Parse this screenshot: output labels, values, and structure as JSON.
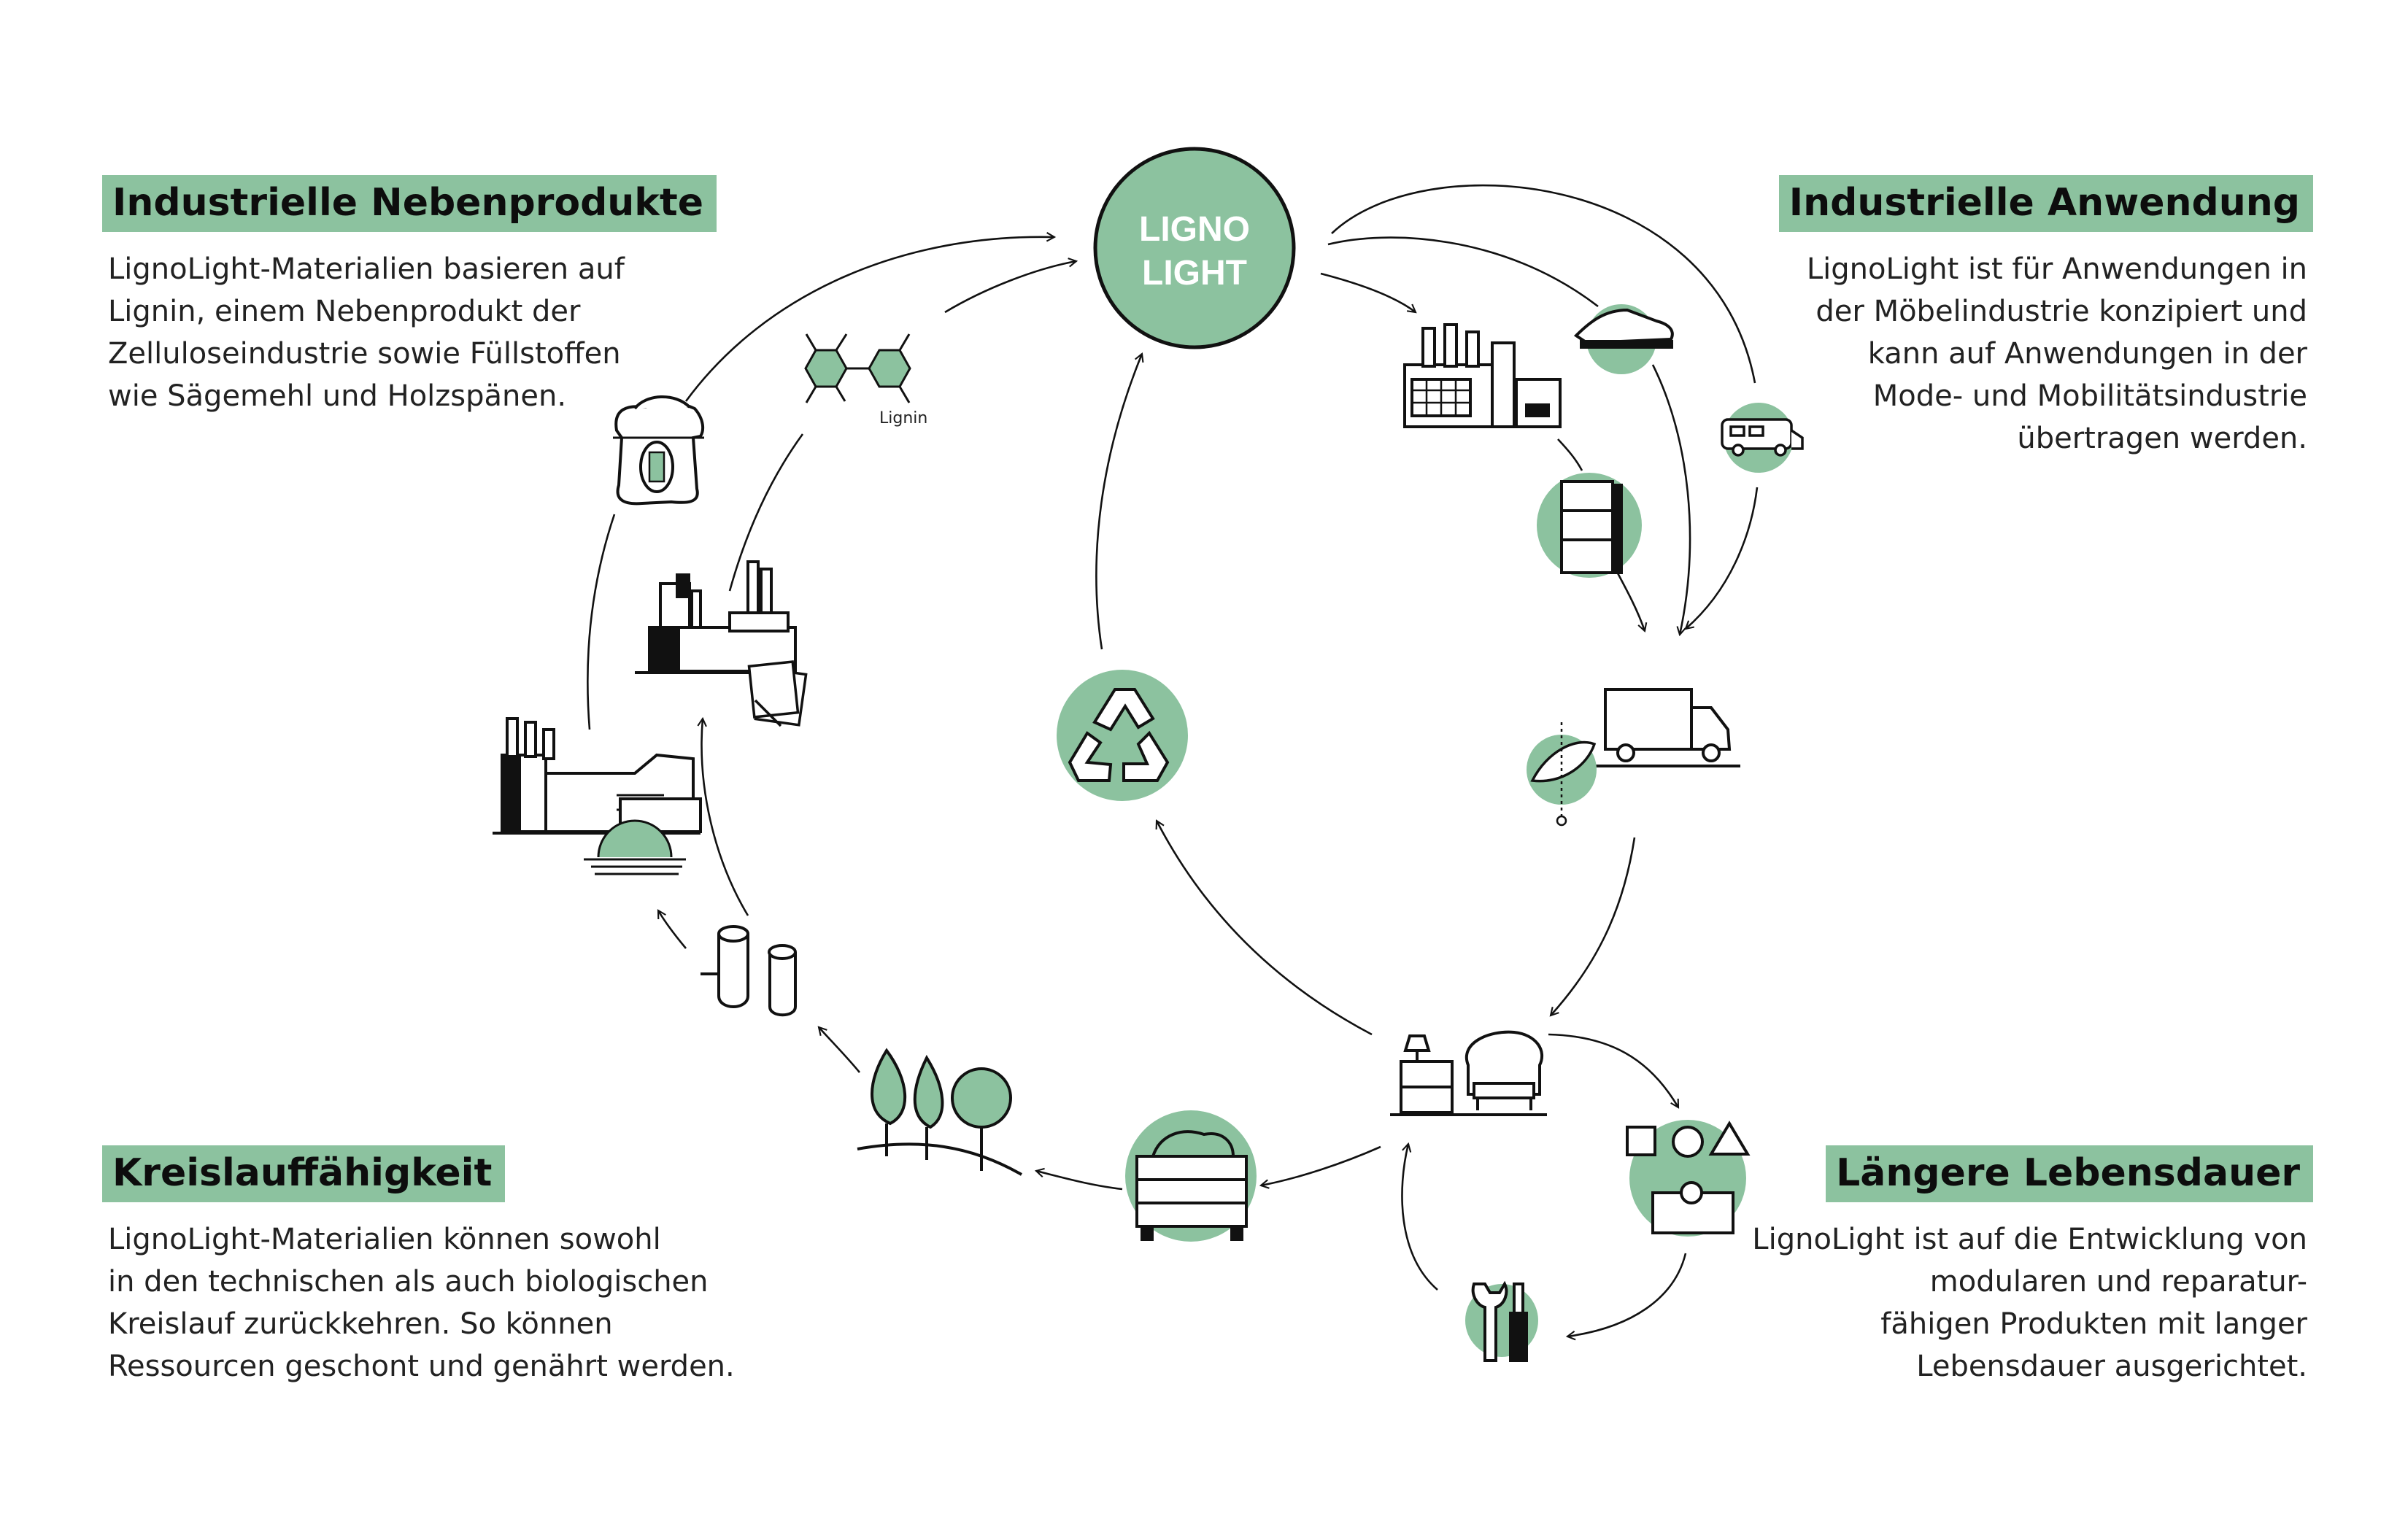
{
  "colors": {
    "accent": "#8cc29f",
    "ink": "#111111",
    "text": "#222222",
    "background": "#ffffff"
  },
  "center": {
    "line1": "LIGNO",
    "line2": "LIGHT"
  },
  "lignin_label": "Lignin",
  "sections": {
    "nebenprodukte": {
      "title": "Industrielle Nebenprodukte",
      "lines": [
        "LignoLight-Materialien basieren auf",
        "Lignin, einem Nebenprodukt der",
        "Zelluloseindustrie sowie Füllstoffen",
        "wie Sägemehl und Holzspänen."
      ]
    },
    "anwendung": {
      "title": "Industrielle Anwendung",
      "lines": [
        "LignoLight ist für Anwendungen in",
        "der Möbelindustrie konzipiert und",
        "kann auf Anwendungen in der",
        "Mode- und Mobilitätsindustrie",
        "übertragen werden."
      ]
    },
    "kreislauf": {
      "title": "Kreislauffähigkeit",
      "lines": [
        "LignoLight-Materialien können sowohl",
        "in den technischen als auch biologischen",
        "Kreislauf zurückkehren. So können",
        "Ressourcen geschont und genährt werden."
      ]
    },
    "lebensdauer": {
      "title": "Längere Lebensdauer",
      "lines": [
        "LignoLight ist auf die Entwicklung von",
        "modularen und reparatur-",
        "fähigen Produkten mit langer",
        "Lebensdauer ausgerichtet."
      ]
    }
  },
  "icons": [
    "sack-icon",
    "lignin-molecule-icon",
    "pulp-mill-icon",
    "paper-sheets-icon",
    "sawmill-icon",
    "saw-blade-icon",
    "logs-icon",
    "forest-icon",
    "compost-bin-icon",
    "recycle-icon",
    "factory-icon",
    "shoe-icon",
    "camper-van-icon",
    "shelf-icon",
    "truck-icon",
    "feather-icon",
    "furniture-icon",
    "modular-shapes-icon",
    "tools-icon"
  ]
}
